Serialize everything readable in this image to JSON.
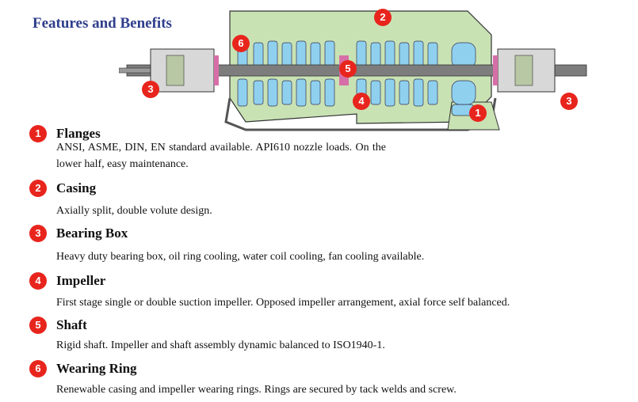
{
  "page": {
    "title": "Features and Benefits"
  },
  "diagram": {
    "callouts": [
      "1",
      "2",
      "3",
      "3",
      "4",
      "5",
      "6"
    ],
    "colors": {
      "casing": "#c9e2b4",
      "internals": "#8fd0ef",
      "shaft": "#7d7d7d",
      "callout": "#e8251d"
    }
  },
  "features": [
    {
      "number": "1",
      "name": "Flanges",
      "description": "ANSI, ASME, DIN, EN standard available. API610 nozzle loads. On the lower half, easy maintenance."
    },
    {
      "number": "2",
      "name": "Casing",
      "description": "Axially split, double volute design."
    },
    {
      "number": "3",
      "name": "Bearing Box",
      "description": "Heavy duty bearing box, oil ring cooling, water coil cooling, fan cooling available."
    },
    {
      "number": "4",
      "name": "Impeller",
      "description": "First stage single or double suction impeller. Opposed impeller arrangement, axial force self balanced."
    },
    {
      "number": "5",
      "name": "Shaft",
      "description": "Rigid shaft. Impeller and shaft assembly dynamic balanced to ISO1940-1."
    },
    {
      "number": "6",
      "name": "Wearing Ring",
      "description": "Renewable casing and impeller wearing rings. Rings are secured by tack welds and screw."
    }
  ]
}
